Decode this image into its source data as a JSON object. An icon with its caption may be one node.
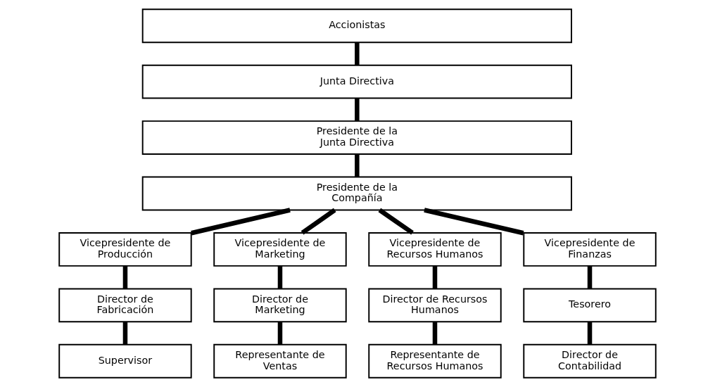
{
  "diagram": {
    "nodes": [
      {
        "text": [
          "Accionistas"
        ]
      },
      {
        "text": [
          "Junta Directiva"
        ]
      },
      {
        "text": [
          "Presidente de la Junta Directiva"
        ]
      },
      {
        "text": [
          "Presidente de la Compañía"
        ]
      },
      {
        "text": [
          "Vicepresidente de Producción"
        ]
      },
      {
        "text": [
          "Vicepresidente de Marketing"
        ]
      },
      {
        "text": [
          "Vicepresidente de Recursos Humanos"
        ]
      },
      {
        "text": [
          "Vicepresidente de Finanzas"
        ]
      },
      {
        "text": [
          "Director de Fabricación"
        ]
      },
      {
        "text": [
          "Director de Marketing"
        ]
      },
      {
        "text": [
          "Director de Recursos Humanos"
        ]
      },
      {
        "text": [
          "Tesorero"
        ]
      },
      {
        "text": [
          "Supervisor"
        ]
      },
      {
        "text": [
          "Representante de Ventas"
        ]
      },
      {
        "text": [
          "Representante de Recursos Humanos"
        ]
      },
      {
        "text": [
          "Director de Contabilidad"
        ]
      }
    ],
    "edges": [
      {
        "from": 0,
        "to": 1,
        "arrow": "none"
      },
      {
        "from": 1,
        "to": 2,
        "arrow": "none"
      },
      {
        "from": 2,
        "to": 3,
        "arrow": "none"
      },
      {
        "from": 3,
        "to": 4,
        "arrow": "none"
      },
      {
        "from": 3,
        "to": 5,
        "arrow": "none"
      },
      {
        "from": 3,
        "to": 6,
        "arrow": "none"
      },
      {
        "from": 3,
        "to": 7,
        "arrow": "none"
      },
      {
        "from": 4,
        "to": 8,
        "arrow": "none"
      },
      {
        "from": 5,
        "to": 9,
        "arrow": "none"
      },
      {
        "from": 6,
        "to": 10,
        "arrow": "none"
      },
      {
        "from": 7,
        "to": 11,
        "arrow": "none"
      },
      {
        "from": 8,
        "to": 12,
        "arrow": "none"
      },
      {
        "from": 9,
        "to": 13,
        "arrow": "none"
      },
      {
        "from": 10,
        "to": 14,
        "arrow": "none"
      },
      {
        "from": 11,
        "to": 15,
        "arrow": "none"
      }
    ]
  }
}
